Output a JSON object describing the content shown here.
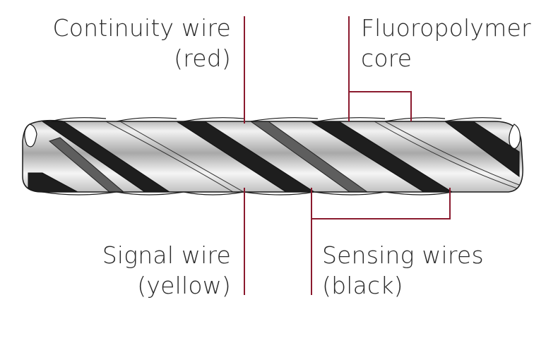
{
  "diagram": {
    "subject": "twisted cable cross-section",
    "leader_color": "#8b1a2e",
    "labels": {
      "continuity": {
        "line1": "Continuity wire",
        "line2": "(red)"
      },
      "core": {
        "line1": "Fluoropolymer",
        "line2": "core"
      },
      "signal": {
        "line1": "Signal wire",
        "line2": "(yellow)"
      },
      "sensing": {
        "line1": "Sensing wires",
        "line2": "(black)"
      }
    }
  }
}
